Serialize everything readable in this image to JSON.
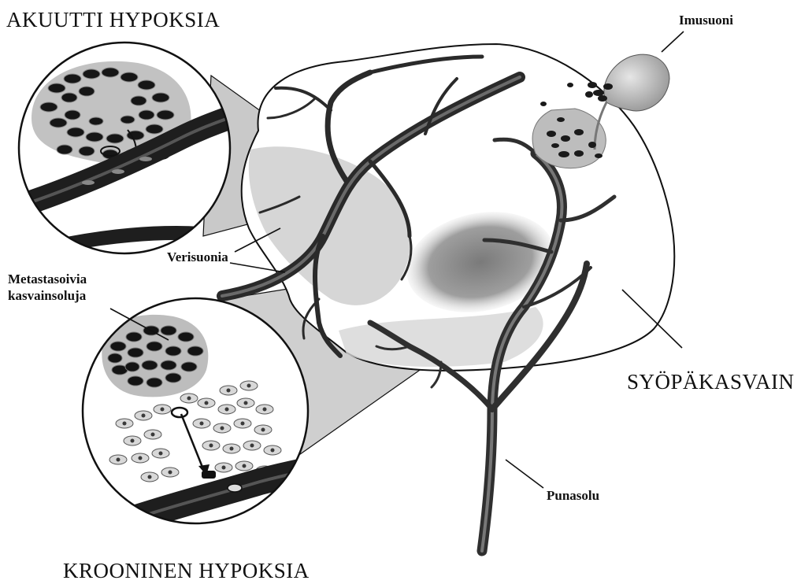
{
  "titles": {
    "acute": "AKUUTTI HYPOKSIA",
    "chronic": "KROONINEN HYPOKSIA",
    "tumor": "SYÖPÄKASVAIN"
  },
  "labels": {
    "lymph_vessel": "Imusuoni",
    "blood_vessel": "Verisuonia",
    "metastasizing_line1": "Metastasoivia",
    "metastasizing_line2": "kasvainsoluja",
    "red_blood_cell": "Punasolu"
  },
  "colors": {
    "ink": "#111111",
    "vessel": "#333333",
    "tissue": "#c8c8c8",
    "hypoxic_region": "#9a9a9a",
    "cell_cluster": "#1a1a1a",
    "lymph_node": "#bdbdbd"
  }
}
